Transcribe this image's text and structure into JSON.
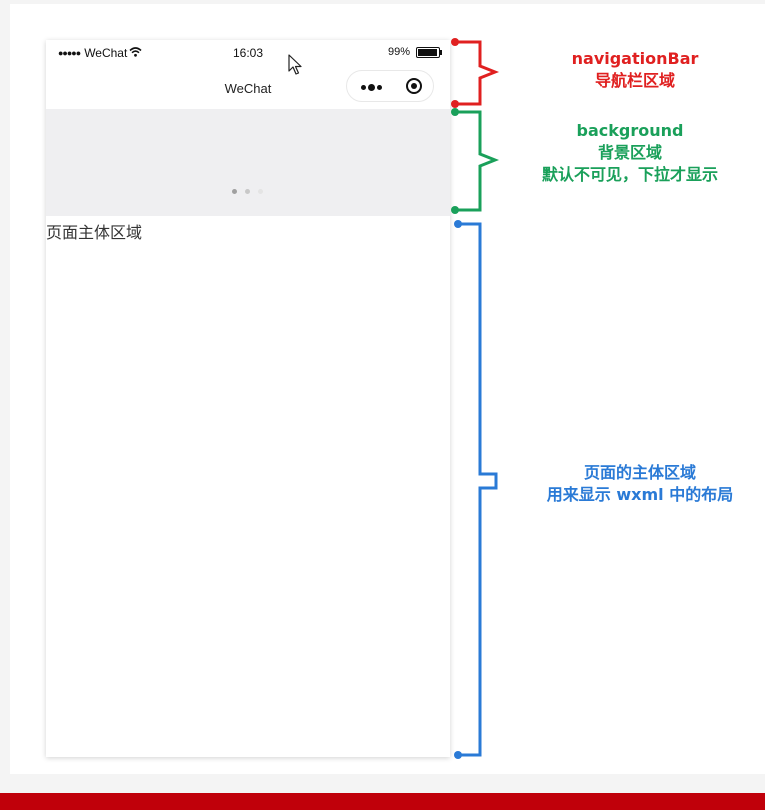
{
  "status_bar": {
    "signal": "●●●●●",
    "carrier": "WeChat",
    "time": "16:03",
    "battery": "99%"
  },
  "nav_bar": {
    "title": "WeChat"
  },
  "page_body": {
    "text": "页面主体区域"
  },
  "annotations": {
    "navigation": {
      "line1": "navigationBar",
      "line2": "导航栏区域",
      "color": "#e02020"
    },
    "background": {
      "line1": "background",
      "line2": "背景区域",
      "line3": "默认不可见，下拉才显示",
      "color": "#1aa05a"
    },
    "body": {
      "line1": "页面的主体区域",
      "line2": "用来显示 wxml 中的布局",
      "color": "#2a7ad6"
    }
  },
  "colors": {
    "bottom_bar": "#c0000a",
    "background_area": "#efeff1",
    "loading_dots": [
      "#a0a0a0",
      "#c8c8c8",
      "#e4e4e4"
    ]
  },
  "icons": [
    "wifi-icon",
    "battery-icon",
    "more-icon",
    "close-icon",
    "cursor-icon"
  ]
}
